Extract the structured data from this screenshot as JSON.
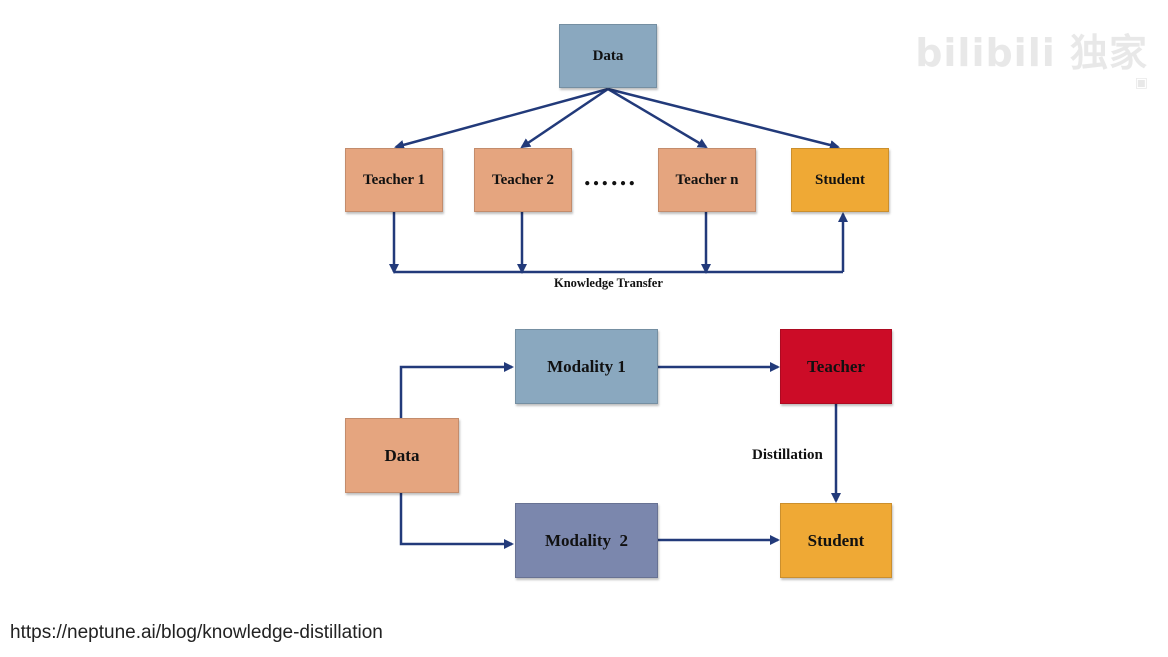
{
  "colors": {
    "data_blue": "#8aa8bf",
    "teacher_orange": "#e5a57f",
    "student_gold": "#efa935",
    "teacher_red": "#cc0c27",
    "modality2_purple": "#7b87ad",
    "arrow_navy": "#223a7a"
  },
  "top_diagram": {
    "data_label": "Data",
    "teachers": [
      "Teacher 1",
      "Teacher 2",
      "Teacher n"
    ],
    "ellipsis": "……",
    "student_label": "Student",
    "transfer_label": "Knowledge Transfer"
  },
  "bottom_diagram": {
    "data_label": "Data",
    "modality1_label": "Modality 1",
    "modality2_label": "Modality  2",
    "teacher_label": "Teacher",
    "student_label": "Student",
    "distillation_label": "Distillation"
  },
  "source_text": "https://neptune.ai/blog/knowledge-distillation",
  "watermark": {
    "logo": "bilibili 独家",
    "sub_icon": "bilibili-logo-icon"
  }
}
